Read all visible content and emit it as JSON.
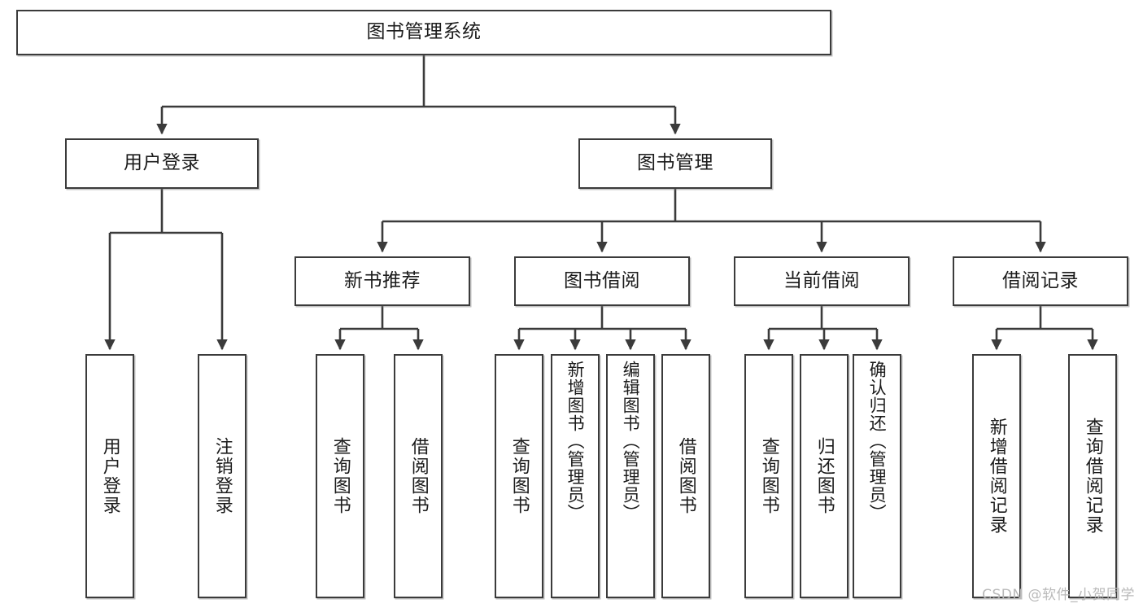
{
  "diagram": {
    "type": "tree-hierarchy-chart",
    "title": "图书管理系统",
    "watermark": "CSDN @软件_小贺同学",
    "colors": {
      "box_border": "#3b3b3b",
      "box_fill": "#ffffff",
      "edge": "#3b3b3b",
      "text": "#1b1b1b",
      "watermark": "#b9b9b9",
      "background": "#ffffff"
    },
    "root": {
      "label": "图书管理系统"
    },
    "level1": [
      {
        "id": "user-login",
        "label": "用户登录"
      },
      {
        "id": "book-manage",
        "label": "图书管理"
      }
    ],
    "level2": [
      {
        "id": "new-book-recommend",
        "label": "新书推荐",
        "parent": "book-manage"
      },
      {
        "id": "book-borrow",
        "label": "图书借阅",
        "parent": "book-manage"
      },
      {
        "id": "current-borrow",
        "label": "当前借阅",
        "parent": "book-manage"
      },
      {
        "id": "borrow-record",
        "label": "借阅记录",
        "parent": "book-manage"
      }
    ],
    "leaves": [
      {
        "id": "leaf-user-login",
        "label": "用户登录",
        "parent": "user-login"
      },
      {
        "id": "leaf-logout-login",
        "label": "注销登录",
        "parent": "user-login"
      },
      {
        "id": "leaf-query-book-rec",
        "label": "查询图书",
        "parent": "new-book-recommend"
      },
      {
        "id": "leaf-borrow-book-rec",
        "label": "借阅图书",
        "parent": "new-book-recommend"
      },
      {
        "id": "leaf-query-book-borrow",
        "label": "查询图书",
        "parent": "book-borrow"
      },
      {
        "id": "leaf-add-book-admin",
        "label": "新增图书（管理员）",
        "parent": "book-borrow"
      },
      {
        "id": "leaf-edit-book-admin",
        "label": "编辑图书（管理员）",
        "parent": "book-borrow"
      },
      {
        "id": "leaf-borrow-book",
        "label": "借阅图书",
        "parent": "book-borrow"
      },
      {
        "id": "leaf-query-book-cur",
        "label": "查询图书",
        "parent": "current-borrow"
      },
      {
        "id": "leaf-return-book",
        "label": "归还图书",
        "parent": "current-borrow"
      },
      {
        "id": "leaf-confirm-return-admin",
        "label": "确认归还（管理员）",
        "parent": "current-borrow"
      },
      {
        "id": "leaf-add-borrow-record",
        "label": "新增借阅记录",
        "parent": "borrow-record"
      },
      {
        "id": "leaf-query-borrow-record",
        "label": "查询借阅记录",
        "parent": "borrow-record"
      }
    ]
  }
}
